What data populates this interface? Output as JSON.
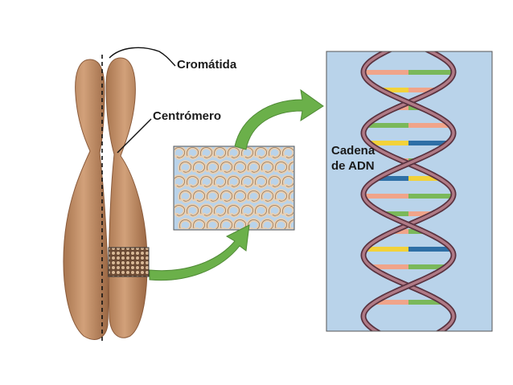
{
  "labels": {
    "cromatida": "Cromátida",
    "centromero": "Centrómero",
    "cadena_line1": "Cadena",
    "cadena_line2": "de ADN"
  },
  "colors": {
    "chromosome_fill": "#c4906a",
    "chromosome_shade": "#8a5a3a",
    "chromatin_bg": "#b9d3ea",
    "chromatin_coil": "#e8d0b4",
    "dna_panel_bg": "#b9d3ea",
    "backbone": "#7a4a55",
    "arrow_green": "#6bb04a",
    "base_pink": "#f0a48a",
    "base_green": "#7ab85a",
    "base_yellow": "#f2d23a",
    "base_blue": "#2e6fa6"
  }
}
